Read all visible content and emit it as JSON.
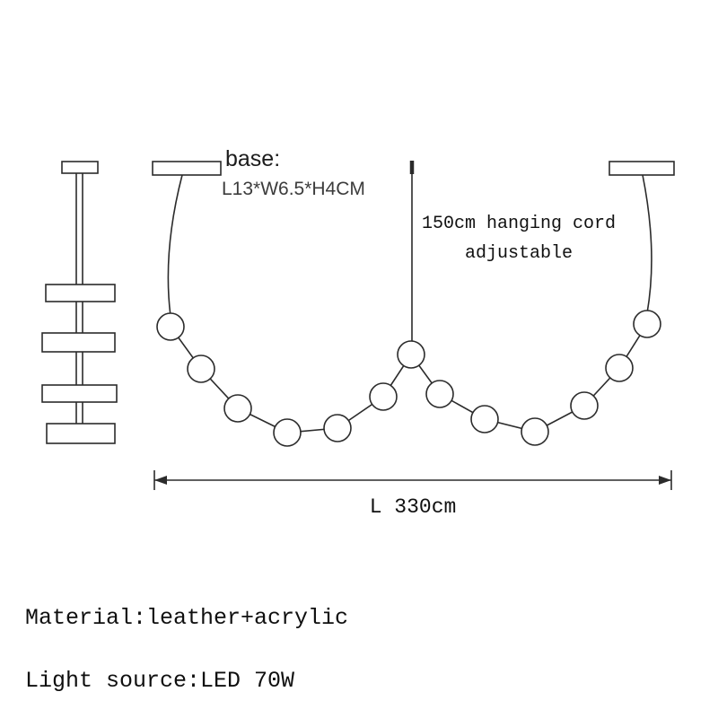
{
  "annotations": {
    "base_label": "base:",
    "base_size": "L13*W6.5*H4CM",
    "cord_note_line1": "150cm hanging cord",
    "cord_note_line2": "adjustable",
    "total_length": "L 330cm"
  },
  "specs": {
    "material": "Material:leather+acrylic",
    "light_source": "Light source:LED 70W"
  },
  "diagram": {
    "line_color": "#2b2b2b",
    "background_color": "#ffffff",
    "left_side_view_discs": 4,
    "beads_left_swag": 6,
    "beads_right_swag": 6,
    "center_bead": 1
  }
}
